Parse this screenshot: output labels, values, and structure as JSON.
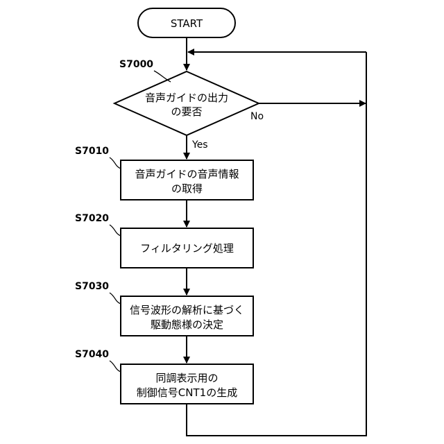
{
  "start": {
    "label": "START"
  },
  "decision": {
    "step_id": "S7000",
    "line1": "音声ガイドの出力",
    "line2": "の要否",
    "yes_label": "Yes",
    "no_label": "No"
  },
  "steps": [
    {
      "id": "S7010",
      "line1": "音声ガイドの音声情報",
      "line2": "の取得"
    },
    {
      "id": "S7020",
      "line1": "フィルタリング処理",
      "line2": ""
    },
    {
      "id": "S7030",
      "line1": "信号波形の解析に基づく",
      "line2": "駆動態様の決定"
    },
    {
      "id": "S7040",
      "line1": "同調表示用の",
      "line2": "制御信号CNT1の生成"
    }
  ]
}
